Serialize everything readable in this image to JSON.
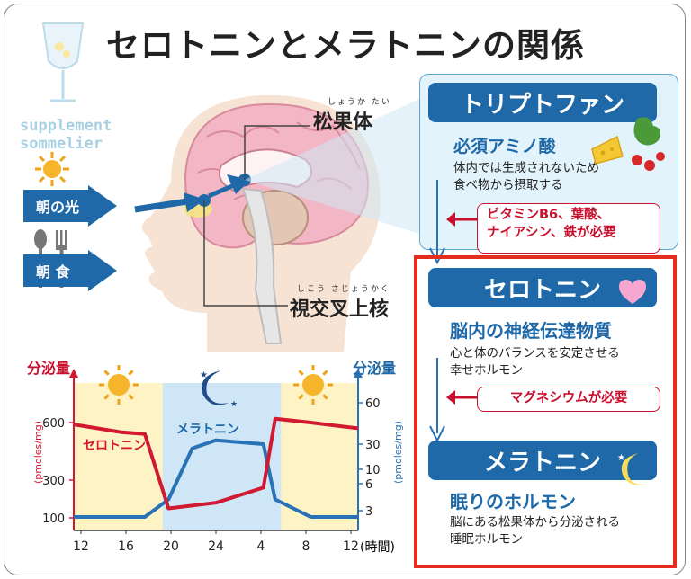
{
  "title": "セロトニンとメラトニンの関係",
  "watermark": [
    "supplement",
    "sommelier"
  ],
  "inputs": {
    "morning_light": "朝の光",
    "breakfast": "朝  食"
  },
  "brain_labels": {
    "pineal_ruby": "しょうか たい",
    "pineal": "松果体",
    "scn_ruby": "しこう さじょうかく",
    "scn": "視交叉上核"
  },
  "tryptophan": {
    "header": "トリプトファン",
    "subtitle": "必須アミノ酸",
    "desc": [
      "体内では生成されないため",
      "食べ物から摂取する"
    ],
    "needs": [
      "ビタミンB6、葉酸、",
      "ナイアシン、鉄が必要"
    ]
  },
  "serotonin": {
    "header": "セロトニン",
    "subtitle": "脳内の神経伝達物質",
    "desc": [
      "心と体のバランスを安定させる",
      "幸せホルモン"
    ],
    "needs": "マグネシウムが必要"
  },
  "melatonin": {
    "header": "メラトニン",
    "subtitle": "眠りのホルモン",
    "desc": [
      "脳にある松果体から分泌される",
      "睡眠ホルモン"
    ]
  },
  "colors": {
    "serotonin": "#d21932",
    "melatonin": "#2a72b6",
    "day": "#fdf3c4",
    "night": "#cfe6f6",
    "accent": "#1f69a8"
  },
  "chart_data": {
    "type": "line",
    "x": [
      "12",
      "16",
      "20",
      "24",
      "4",
      "8",
      "12"
    ],
    "xlabel": "(時間)",
    "y_left": {
      "label": "分泌量",
      "unit": "(pmoles/mg)",
      "ticks": [
        100,
        300,
        600
      ]
    },
    "y_right": {
      "label": "分泌量",
      "unit": "(pmoles/mg)",
      "ticks": [
        3,
        6,
        10,
        30,
        60
      ]
    },
    "series": [
      {
        "name": "セロトニン",
        "axis": "left",
        "points": [
          [
            12,
            590
          ],
          [
            16,
            550
          ],
          [
            18,
            540
          ],
          [
            20,
            150
          ],
          [
            24,
            180
          ],
          [
            4,
            260
          ],
          [
            5,
            620
          ],
          [
            8,
            600
          ],
          [
            12,
            570
          ]
        ]
      },
      {
        "name": "メラトニン",
        "axis": "right",
        "points": [
          [
            12,
            2
          ],
          [
            16,
            2
          ],
          [
            18,
            2
          ],
          [
            20,
            4
          ],
          [
            22,
            25
          ],
          [
            24,
            32
          ],
          [
            4,
            30
          ],
          [
            5,
            4
          ],
          [
            8,
            2
          ],
          [
            12,
            2
          ]
        ]
      }
    ],
    "day_night": [
      "day",
      "night",
      "day"
    ]
  }
}
